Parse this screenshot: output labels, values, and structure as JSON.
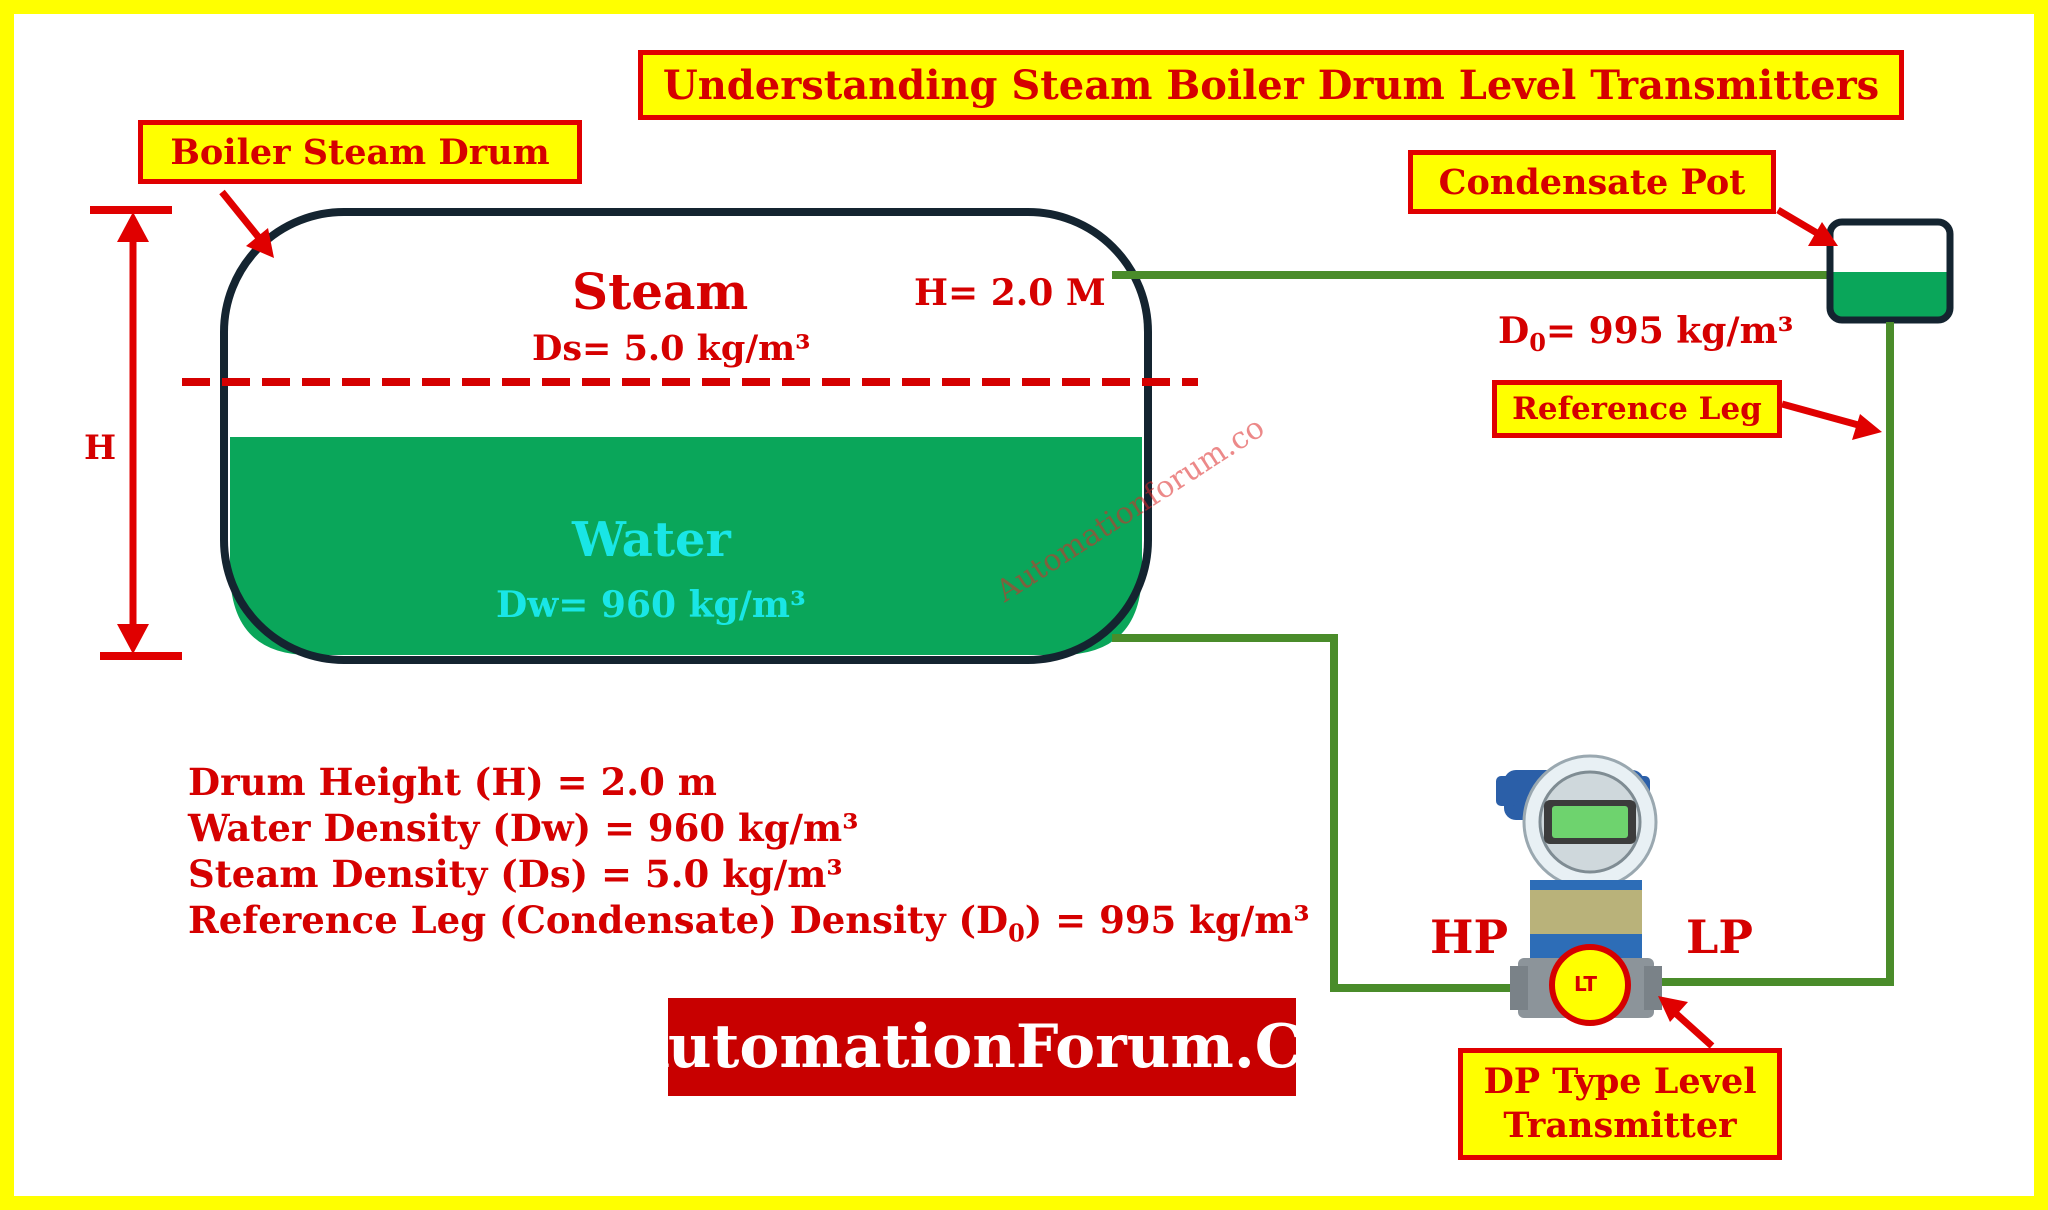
{
  "title": "Understanding Steam Boiler Drum Level Transmitters",
  "labels": {
    "boiler_steam_drum": "Boiler Steam Drum",
    "condensate_pot": "Condensate Pot",
    "reference_leg": "Reference Leg",
    "dp_transmitter_line1": "DP Type Level",
    "dp_transmitter_line2": "Transmitter"
  },
  "drum": {
    "steam": "Steam",
    "steam_density": "Ds= 5.0 kg/m³",
    "water": "Water",
    "water_density": "Dw= 960 kg/m³",
    "h_value": "H= 2.0 M",
    "h_axis": "H"
  },
  "condensate_density": {
    "prefix": "D",
    "sub": "0",
    "suffix": "= 995 kg/m³"
  },
  "transmitter": {
    "hp": "HP",
    "lp": "LP",
    "tag": "LT"
  },
  "specs": {
    "line1": "Drum Height (H) = 2.0 m",
    "line2": "Water Density (Dw) = 960 kg/m³",
    "line3": "Steam Density (Ds) = 5.0 kg/m³",
    "line4_prefix": "Reference Leg (Condensate) Density (D",
    "line4_sub": "0",
    "line4_suffix": ") = 995 kg/m³"
  },
  "brand": "AutomationForum.Co",
  "watermark": "Automationforum.co",
  "colors": {
    "frame": "#ffff00",
    "accent_red": "#d50000",
    "water_green": "#0aa65a",
    "pipe_green": "#4a8c2a",
    "water_text": "#19e6e6"
  }
}
